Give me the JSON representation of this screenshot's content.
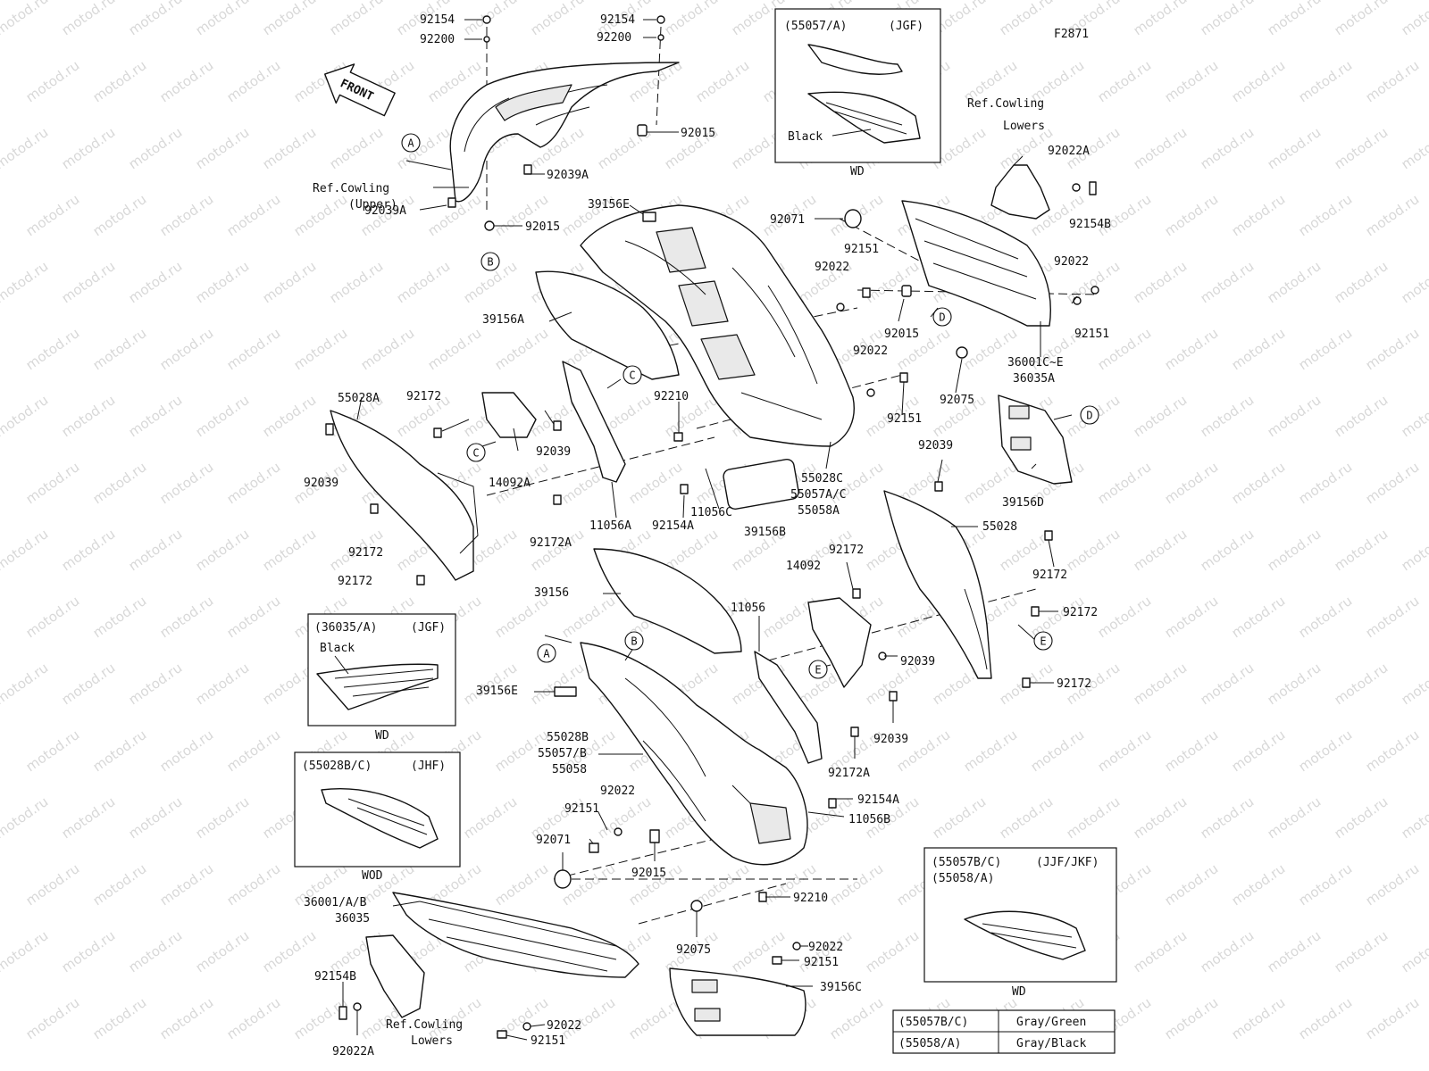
{
  "figure_code": "F2871",
  "front_label": "FRONT",
  "watermark": "motod.ru",
  "labels": {
    "l92154_tl": "92154",
    "l92200_tl": "92200",
    "l92154_tr": "92154",
    "l92200_tr": "92200",
    "l92015_top": "92015",
    "l92039A_a": "92039A",
    "ref_upper_1": "Ref.Cowling",
    "ref_upper_2": "(Upper)",
    "l92039A_b": "92039A",
    "l92015_b": "92015",
    "l39156E_top": "39156E",
    "l92071_top": "92071",
    "l92151_a": "92151",
    "l92022_a": "92022",
    "l92015_mid": "92015",
    "ref_lowers_tr_1": "Ref.Cowling",
    "ref_lowers_tr_2": "Lowers",
    "l92022A_tr": "92022A",
    "l92154B_tr": "92154B",
    "l92022_r": "92022",
    "l92151_r": "92151",
    "l36001CE": "36001C~E",
    "l36035A": "36035A",
    "l39156A": "39156A",
    "l92022_b": "92022",
    "l92075_top": "92075",
    "l92151_b": "92151",
    "l55028A": "55028A",
    "l92172_a": "92172",
    "l92039_a": "92039",
    "l92039_l": "92039",
    "l14092A": "14092A",
    "l92210_top": "92210",
    "l92172_b": "92172",
    "l92172_c": "92172",
    "l92172A_a": "92172A",
    "l11056A": "11056A",
    "l92154A_a": "92154A",
    "l11056C": "11056C",
    "l39156B": "39156B",
    "l55028C": "55028C",
    "l55057AC": "55057A/C",
    "l55058A": "55058A",
    "l92039_r": "92039",
    "l39156D": "39156D",
    "l55028": "55028",
    "l92172_r1": "92172",
    "l39156": "39156",
    "l14092": "14092",
    "l92172_m": "92172",
    "l11056": "11056",
    "l92172_r2": "92172",
    "l92039_m": "92039",
    "l92172_r3": "92172",
    "l92039_m2": "92039",
    "l39156E_b": "39156E",
    "l55028B": "55028B",
    "l55057B": "55057/B",
    "l55058": "55058",
    "l92172A_b": "92172A",
    "l92022_c": "92022",
    "l92151_c": "92151",
    "l92154A_b": "92154A",
    "l11056B": "11056B",
    "l92071_b": "92071",
    "l92015_c": "92015",
    "l36001AB": "36001/A/B",
    "l36035": "36035",
    "l92210_b": "92210",
    "l92075_b": "92075",
    "l92022_d": "92022",
    "l92151_d": "92151",
    "l39156C": "39156C",
    "l92154B_b": "92154B",
    "ref_lowers_b_1": "Ref.Cowling",
    "ref_lowers_b_2": "Lowers",
    "l92022A_b": "92022A",
    "l92022_e": "92022",
    "l92151_e": "92151"
  },
  "callouts": [
    "A",
    "B",
    "C",
    "C",
    "D",
    "D",
    "B",
    "A",
    "E",
    "E"
  ],
  "inset_boxes": {
    "top": {
      "code": "(55057/A)",
      "model": "(JGF)",
      "note": "Black",
      "footer": "WD"
    },
    "left1": {
      "code": "(36035/A)",
      "model": "(JGF)",
      "note": "Black",
      "footer": "WD"
    },
    "left2": {
      "code": "(55028B/C)",
      "model": "(JHF)",
      "footer": "WOD"
    },
    "right": {
      "code1": "(55057B/C)",
      "model": "(JJF/JKF)",
      "code2": "(55058/A)",
      "footer": "WD"
    }
  },
  "color_table": [
    {
      "code": "(55057B/C)",
      "color": "Gray/Green"
    },
    {
      "code": "(55058/A)",
      "color": "Gray/Black"
    }
  ]
}
